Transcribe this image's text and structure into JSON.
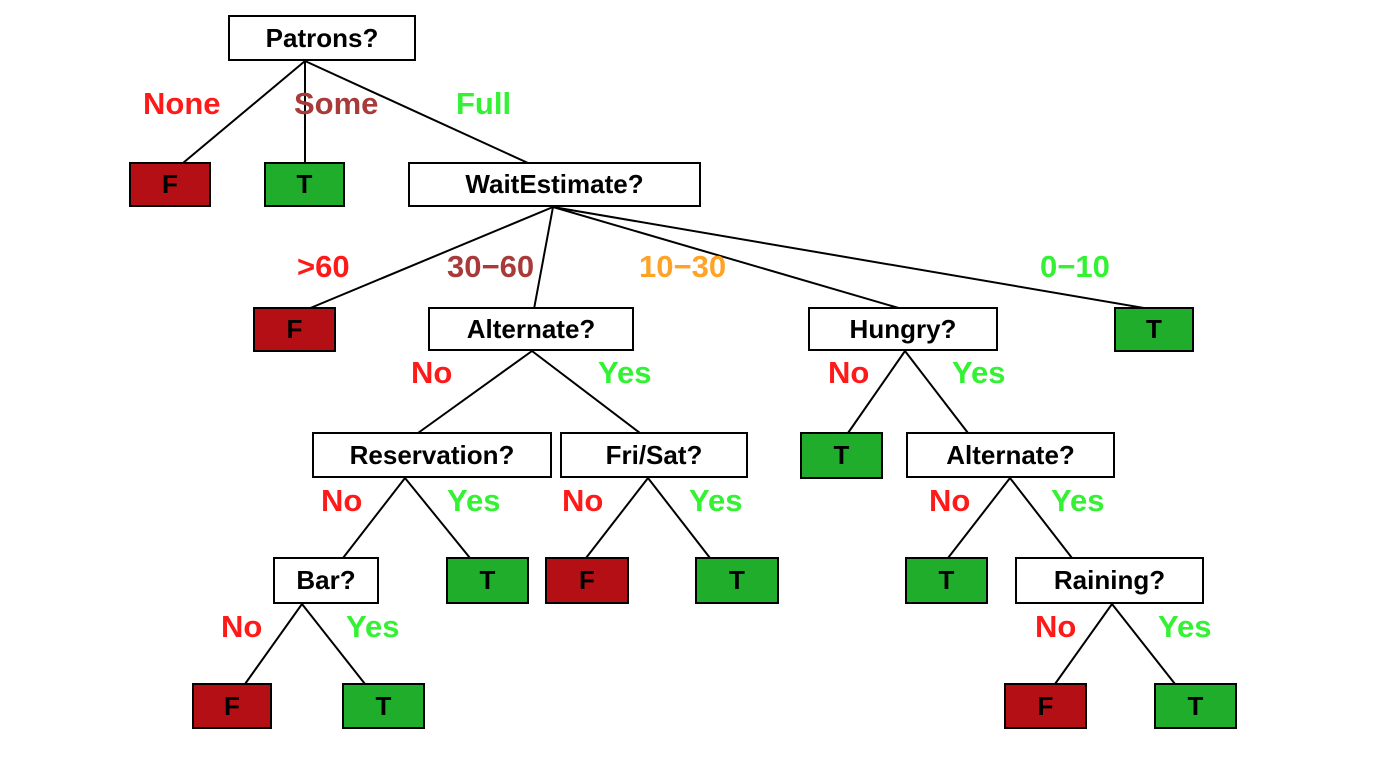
{
  "colors": {
    "none": "#ff1a1a",
    "some": "#a83a3a",
    "full": "#33f233",
    "gt60": "#ff1a1a",
    "range_30_60": "#a83a3a",
    "range_10_30": "#ffa326",
    "range_0_10": "#33f233",
    "no": "#ff1a1a",
    "yes": "#33f233",
    "leaf_false": "#b30f14",
    "leaf_true": "#21ad2c"
  },
  "nodes": {
    "patrons": "Patrons?",
    "wait_estimate": "WaitEstimate?",
    "alternate_1": "Alternate?",
    "hungry": "Hungry?",
    "reservation": "Reservation?",
    "fri_sat": "Fri/Sat?",
    "alternate_2": "Alternate?",
    "bar": "Bar?",
    "raining": "Raining?"
  },
  "leaves": {
    "none": "F",
    "some": "T",
    "gt60": "F",
    "range_0_10": "T",
    "hungry_no": "T",
    "reservation_yes": "T",
    "fri_sat_no": "F",
    "fri_sat_yes": "T",
    "alternate_2_no": "T",
    "bar_no": "F",
    "bar_yes": "T",
    "raining_no": "F",
    "raining_yes": "T"
  },
  "edge_labels": {
    "none": "None",
    "some": "Some",
    "full": "Full",
    "gt60": ">60",
    "range_30_60": "30−60",
    "range_10_30": "10−30",
    "range_0_10": "0−10",
    "alternate_1_no": "No",
    "alternate_1_yes": "Yes",
    "hungry_no": "No",
    "hungry_yes": "Yes",
    "reservation_no": "No",
    "reservation_yes": "Yes",
    "fri_sat_no": "No",
    "fri_sat_yes": "Yes",
    "alternate_2_no": "No",
    "alternate_2_yes": "Yes",
    "bar_no": "No",
    "bar_yes": "Yes",
    "raining_no": "No",
    "raining_yes": "Yes"
  }
}
